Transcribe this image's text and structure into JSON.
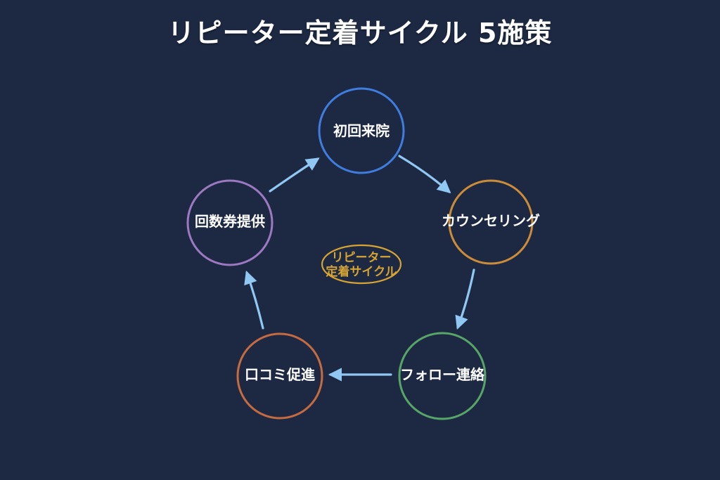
{
  "title": "リピーター定着サイクル 5施策",
  "colors": {
    "background": "#1d2943",
    "arrow": "#90c8f3",
    "label": "#ffffff"
  },
  "nodes": [
    {
      "id": "first-visit",
      "label": "初回来院",
      "color": "#3f7ede"
    },
    {
      "id": "counseling",
      "label": "カウンセリング",
      "color": "#cd8c38"
    },
    {
      "id": "follow-up",
      "label": "フォロー連絡",
      "color": "#57a567"
    },
    {
      "id": "word-of-mouth",
      "label": "口コミ促進",
      "color": "#c56b40"
    },
    {
      "id": "ticket-offer",
      "label": "回数券提供",
      "color": "#9c79c0"
    }
  ],
  "center": {
    "line1": "リピーター",
    "line2": "定着サイクル",
    "color": "#d6a433"
  }
}
